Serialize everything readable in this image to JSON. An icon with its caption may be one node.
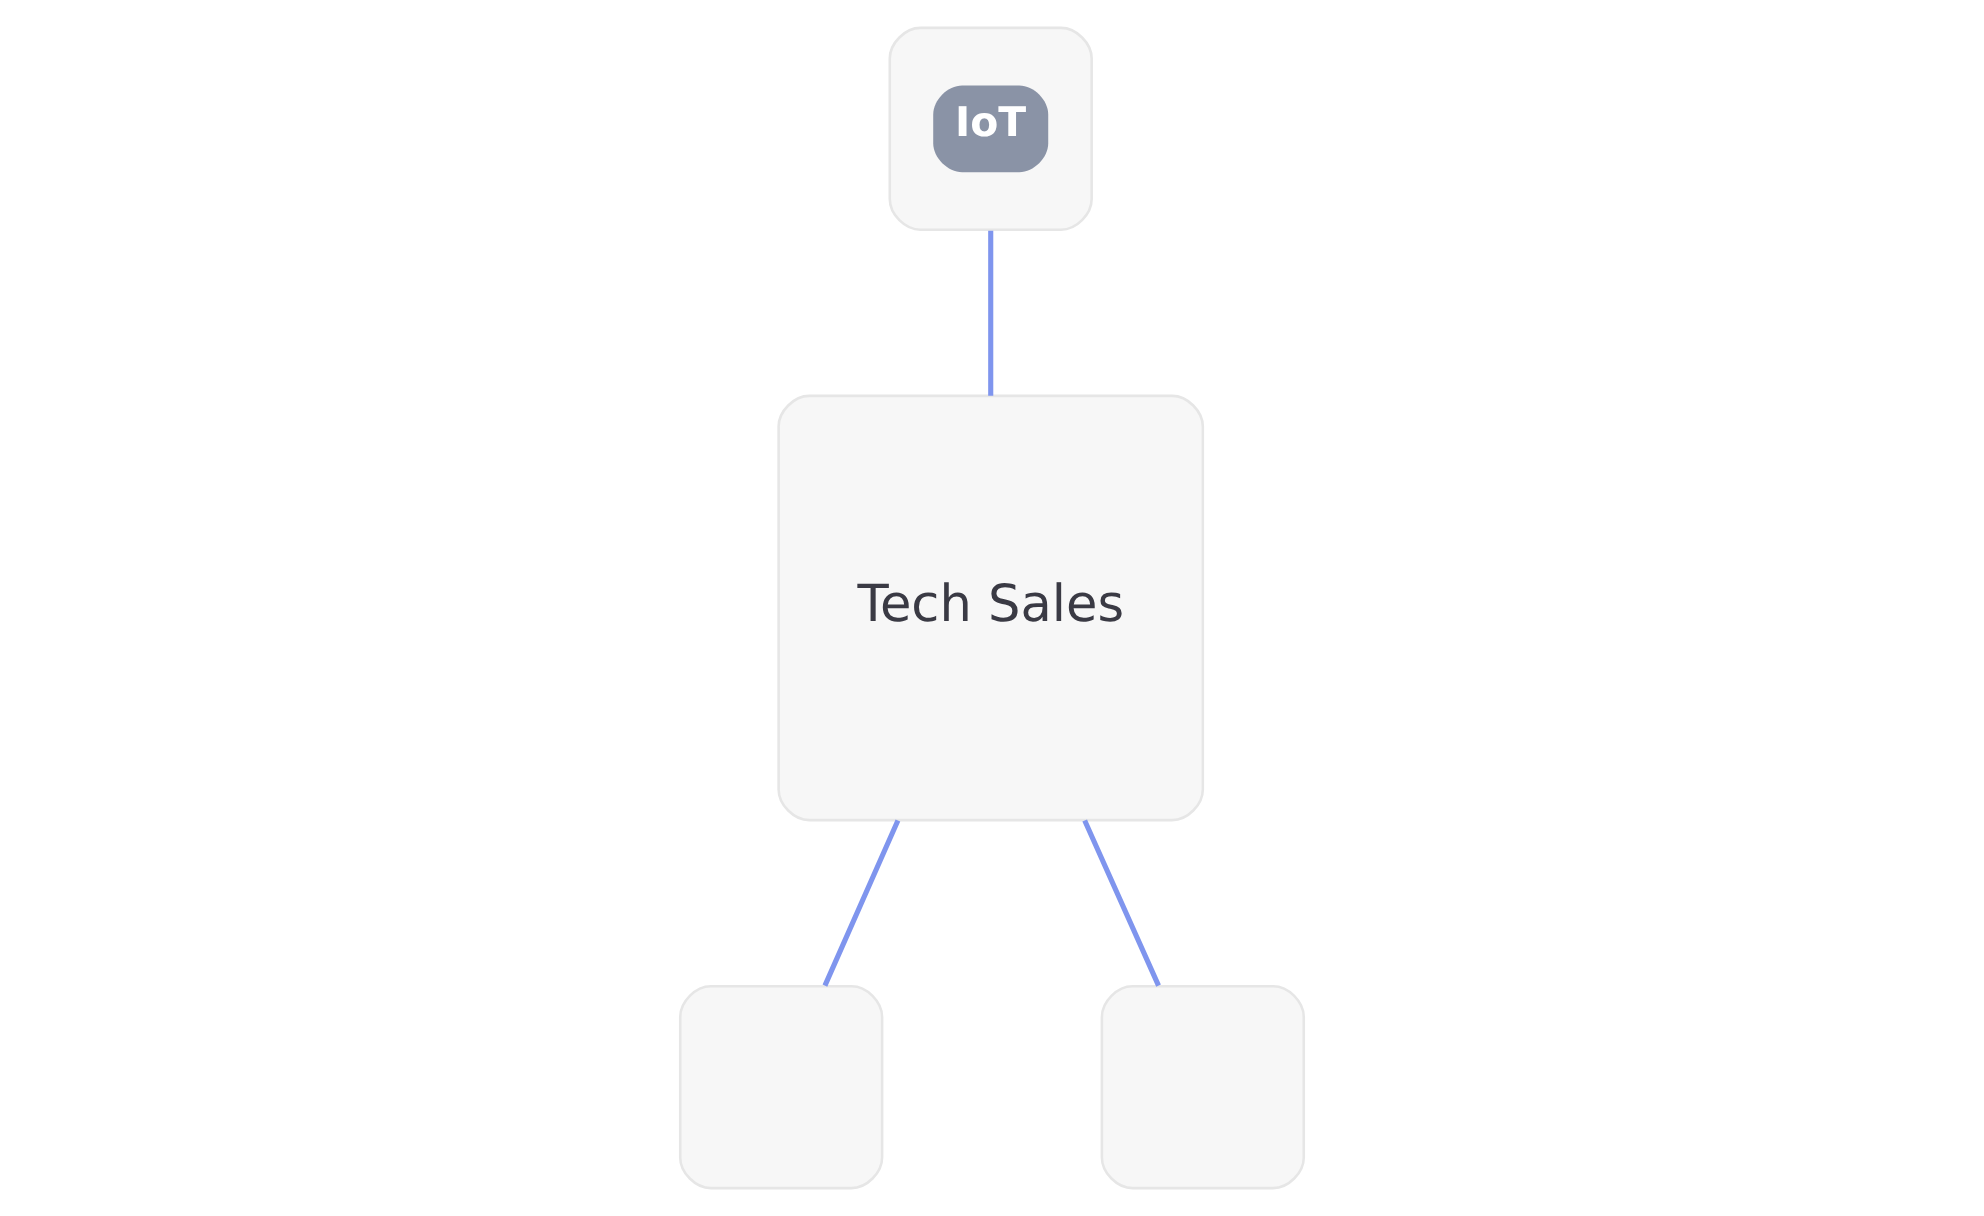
{
  "diagram": {
    "nodes": [
      {
        "text": [
          "IoT"
        ]
      },
      {
        "text": [
          "Tech Sales"
        ]
      },
      {
        "text": [],
        "shape": "box"
      },
      {
        "text": [],
        "shape": "box"
      }
    ],
    "edges": [
      {
        "from": 0,
        "to": 1,
        "arrow": "none"
      },
      {
        "from": 1,
        "to": 2,
        "arrow": "none"
      },
      {
        "from": 1,
        "to": 3,
        "arrow": "none"
      }
    ]
  }
}
